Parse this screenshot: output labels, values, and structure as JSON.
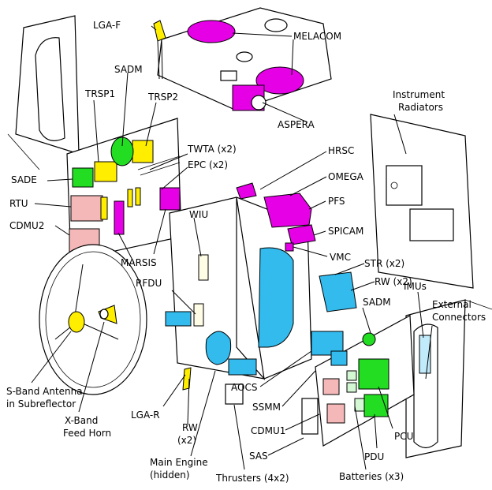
{
  "labels": {
    "lga_f": "LGA-F",
    "melacom": "MELACOM",
    "sadm_top": "SADM",
    "trsp1": "TRSP1",
    "trsp2": "TRSP2",
    "aspera": "ASPERA",
    "instrument_radiators_1": "Instrument",
    "instrument_radiators_2": "Radiators",
    "twta": "TWTA (x2)",
    "epc": "EPC (x2)",
    "hrsc": "HRSC",
    "sade": "SADE",
    "omega": "OMEGA",
    "rtu": "RTU",
    "pfs": "PFS",
    "cdmu2": "CDMU2",
    "wiu": "WIU",
    "spicam": "SPICAM",
    "marsis": "MARSIS",
    "vmc": "VMC",
    "str": "STR (x2)",
    "rfdu": "RFDU",
    "rw_right": "RW (x2)",
    "imus": "IMUs",
    "sadm_right": "SADM",
    "external_connectors_1": "External",
    "external_connectors_2": "Connectors",
    "s_band_1": "S-Band Antenna",
    "s_band_2": "in Subreflector",
    "x_band_1": "X-Band",
    "x_band_2": "Feed Horn",
    "aocs": "AOCS",
    "ssmm": "SSMM",
    "cdmu1": "CDMU1",
    "sas": "SAS",
    "lga_r": "LGA-R",
    "rw_bottom_1": "RW",
    "rw_bottom_2": "(x2)",
    "main_engine_1": "Main Engine",
    "main_engine_2": "(hidden)",
    "thrusters": "Thrusters (4x2)",
    "pcu": "PCU",
    "pdu": "PDU",
    "batteries": "Batteries (x3)"
  },
  "colors": {
    "magenta": "#e600e6",
    "cyan": "#33bbee",
    "yellow": "#ffee00",
    "green": "#22dd22",
    "pink": "#f5b8b8",
    "outline": "#000000"
  }
}
